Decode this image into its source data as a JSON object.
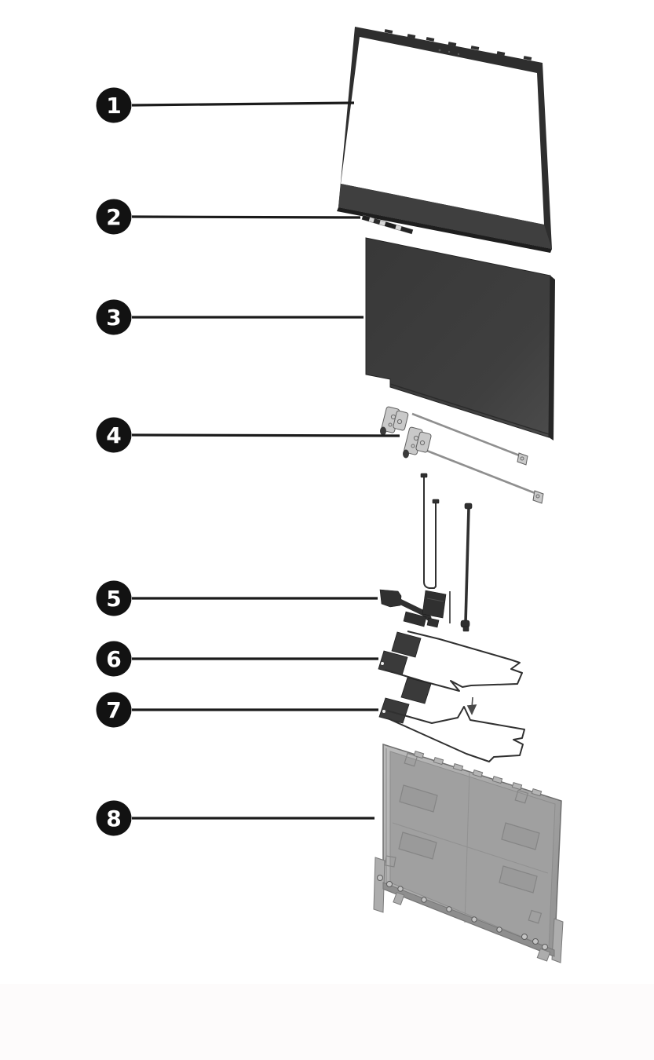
{
  "figure": {
    "kind": "exploded-parts-diagram",
    "background": "#ffffff"
  },
  "callouts": [
    {
      "label": "1",
      "part": "display-bezel"
    },
    {
      "label": "2",
      "part": "camera-module"
    },
    {
      "label": "3",
      "part": "display-panel"
    },
    {
      "label": "4",
      "part": "hinge-kit"
    },
    {
      "label": "5",
      "part": "display-cable"
    },
    {
      "label": "6",
      "part": "wireless-antenna-main"
    },
    {
      "label": "7",
      "part": "wireless-antenna-aux"
    },
    {
      "label": "8",
      "part": "display-back-cover"
    }
  ],
  "colors": {
    "background": "#ffffff",
    "footer_tint": "#fdfbfb",
    "ink": "#1b1b1b",
    "callout_fill": "#121212",
    "callout_text": "#ffffff",
    "bezel_dark": "#2e2e2e",
    "bezel_chin": "#3f3f3f",
    "panel_gray": "#3d3d3d",
    "panel_edge": "#242424",
    "metal_light": "#c9c9c9",
    "metal_stroke": "#606060",
    "wire_dark": "#303030",
    "cover_light": "#bcbcbc",
    "cover_mid": "#9a9a9a",
    "cover_dark": "#787878"
  }
}
